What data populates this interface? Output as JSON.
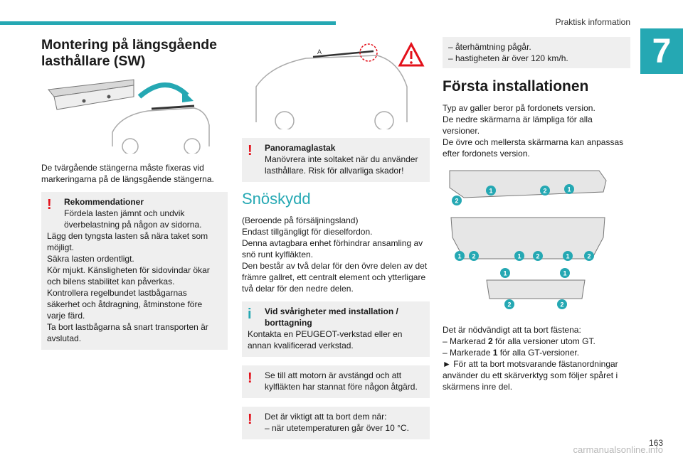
{
  "header": {
    "section": "Praktisk information",
    "chapter": "7"
  },
  "col1": {
    "title": "Montering på längsgående lasthållare (SW)",
    "text": "De tvärgående stängerna måste fixeras vid markeringarna på de längsgående stängerna.",
    "warning": {
      "title": "Rekommendationer",
      "lines": [
        "Fördela lasten jämnt och undvik överbelastning på någon av sidorna.",
        "Lägg den tyngsta lasten så nära taket som möjligt.",
        "Säkra lasten ordentligt.",
        "Kör mjukt. Känsligheten för sidovindar ökar och bilens stabilitet kan påverkas.",
        "Kontrollera regelbundet lastbågarnas säkerhet och åtdragning, åtminstone före varje färd.",
        "Ta bort lastbågarna så snart transporten är avslutad."
      ]
    }
  },
  "col2": {
    "panorama": {
      "title": "Panoramaglastak",
      "text": "Manövrera inte soltaket när du använder lasthållare. Risk för allvarliga skador!"
    },
    "snow_title": "Snöskydd",
    "snow_text": "(Beroende på försäljningsland)\nEndast tillgängligt för dieselfordon.\nDenna avtagbara enhet förhindrar ansamling av snö runt kylfläkten.\nDen består av två delar för den övre delen av det främre gallret, ett centralt element och ytterligare två delar för den nedre delen.",
    "info": {
      "title": "Vid svårigheter med installation / borttagning",
      "text": "Kontakta en PEUGEOT-verkstad eller en annan kvalificerad verkstad."
    },
    "warn2": "Se till att motorn är avstängd och att kylfläkten har stannat före någon åtgärd.",
    "warn3": {
      "text": "Det är viktigt att ta bort dem när:",
      "item": "–  när utetemperaturen går över 10 °C."
    }
  },
  "col3": {
    "box_lines": [
      "–  återhämtning pågår.",
      "–  hastigheten är över 120 km/h."
    ],
    "title": "Första installationen",
    "text": "Typ av galler beror på fordonets version.\nDe nedre skärmarna är lämpliga för alla versioner.\nDe övre och mellersta skärmarna kan anpassas efter fordonets version.",
    "bottom_intro": "Det är nödvändigt att ta bort fästena:",
    "bottom_items": [
      {
        "prefix": "–  Markerad ",
        "num": "2",
        "suffix": " för alla versioner utom GT."
      },
      {
        "prefix": "–  Markerade ",
        "num": "1",
        "suffix": " för alla GT-versioner."
      }
    ],
    "bottom_last": "►  För att ta bort motsvarande fästanordningar använder du ett skärverktyg som följer spåret i skärmens inre del.",
    "callouts": [
      "2",
      "1",
      "2",
      "1",
      "1",
      "2",
      "1",
      "2",
      "1",
      "2",
      "1",
      "1",
      "2",
      "2"
    ]
  },
  "footer": {
    "page": "163",
    "watermark": "carmanualsonline.info"
  }
}
